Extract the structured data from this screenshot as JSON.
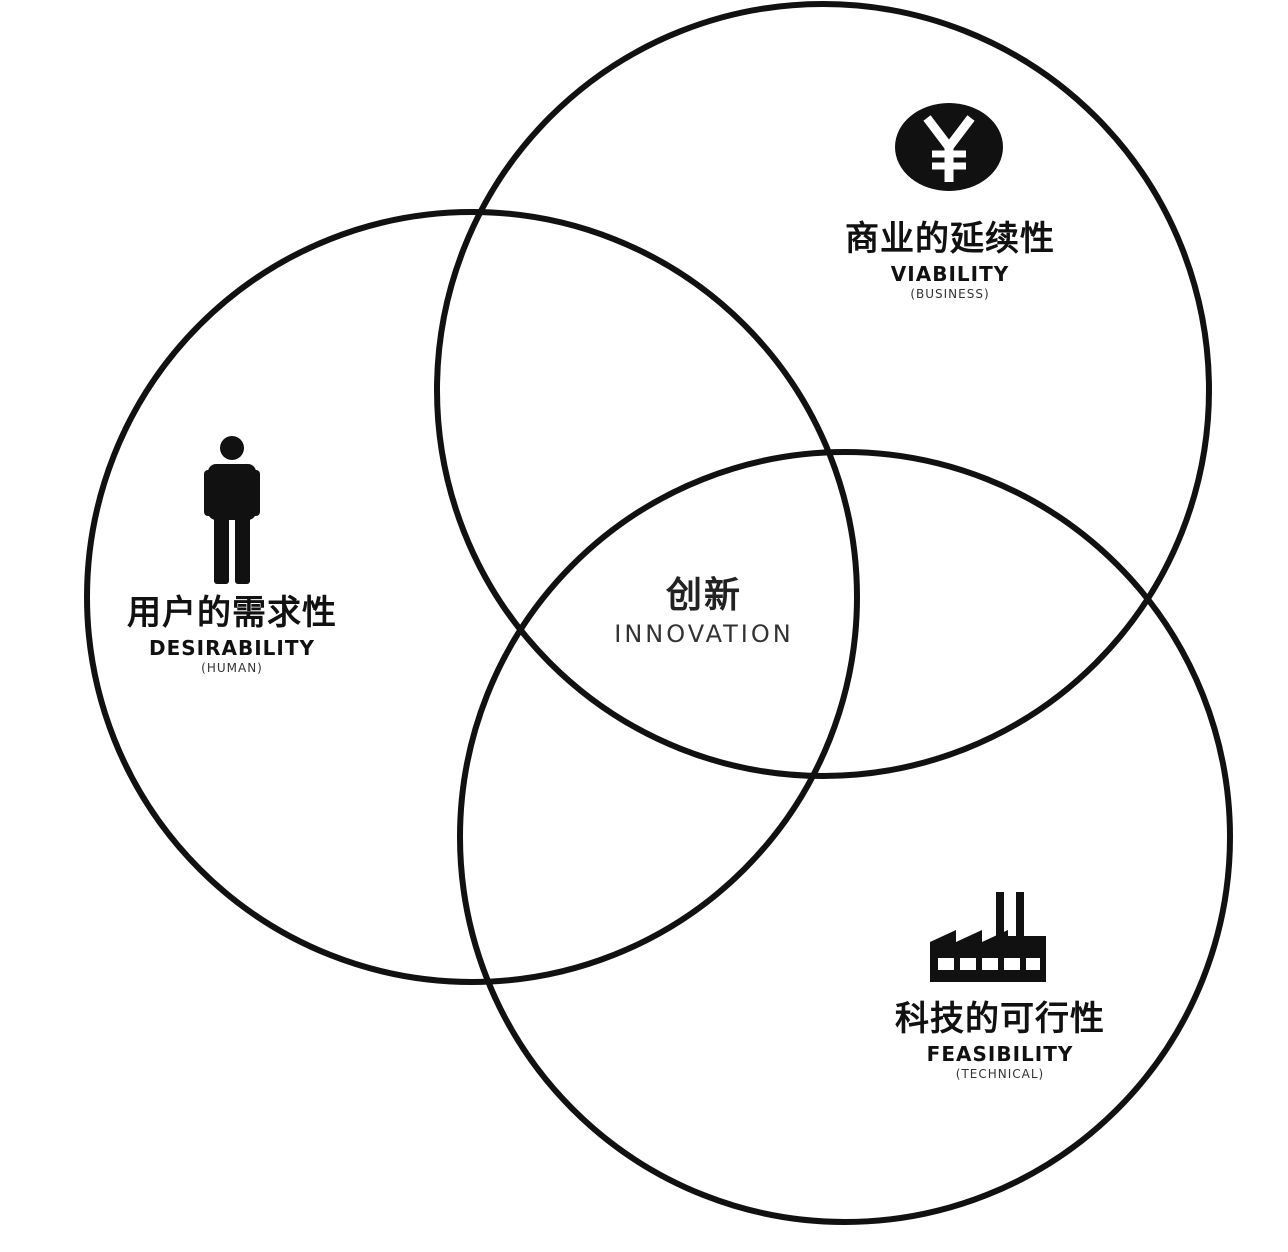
{
  "center": {
    "zh": "创新",
    "en": "INNOVATION"
  },
  "desirability": {
    "zh": "用户的需求性",
    "en": "DESIRABILITY",
    "sub": "(HUMAN)",
    "icon": "person-icon"
  },
  "viability": {
    "zh": "商业的延续性",
    "en": "VIABILITY",
    "sub": "(BUSINESS)",
    "icon": "yen-coin-icon"
  },
  "feasibility": {
    "zh": "科技的可行性",
    "en": "FEASIBILITY",
    "sub": "(TECHNICAL)",
    "icon": "factory-icon"
  },
  "colors": {
    "stroke": "#111111",
    "background": "#ffffff"
  }
}
